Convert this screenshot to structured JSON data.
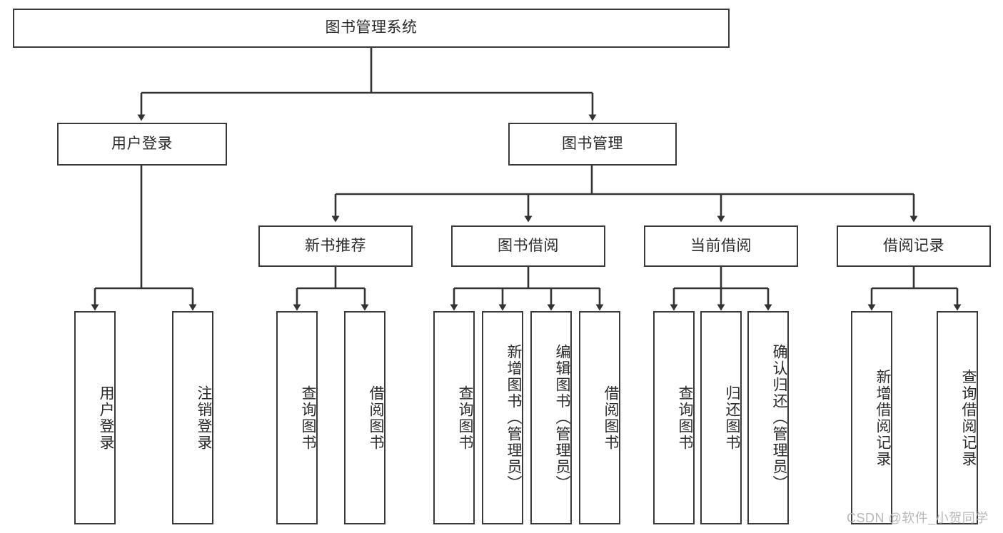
{
  "diagram": {
    "type": "tree-hierarchy",
    "title": "图书管理系统",
    "orientation": "top-down",
    "colors": {
      "box_border": "#3a3a3a",
      "box_fill": "#ffffff",
      "edge": "#333333",
      "text": "#2b2b2b",
      "watermark": "#b9b9b9"
    },
    "root": {
      "label": "图书管理系统"
    },
    "level2": [
      {
        "id": "user-login",
        "label": "用户登录"
      },
      {
        "id": "book-management",
        "label": "图书管理"
      }
    ],
    "level3": [
      {
        "id": "new-book-recommend",
        "label": "新书推荐",
        "parent": "book-management"
      },
      {
        "id": "book-borrow",
        "label": "图书借阅",
        "parent": "book-management"
      },
      {
        "id": "current-borrow",
        "label": "当前借阅",
        "parent": "book-management"
      },
      {
        "id": "borrow-record",
        "label": "借阅记录",
        "parent": "book-management"
      }
    ],
    "leaves": {
      "user_login": [
        {
          "id": "leaf-user-login",
          "label": "用户登录"
        },
        {
          "id": "leaf-user-logout",
          "label": "注销登录"
        }
      ],
      "new_book_recommend": [
        {
          "id": "leaf-query-book-1",
          "label": "查询图书"
        },
        {
          "id": "leaf-borrow-book-1",
          "label": "借阅图书"
        }
      ],
      "book_borrow": [
        {
          "id": "leaf-query-book-2",
          "label": "查询图书"
        },
        {
          "id": "leaf-add-book",
          "label": "新增图书（管理员）"
        },
        {
          "id": "leaf-edit-book",
          "label": "编辑图书（管理员）"
        },
        {
          "id": "leaf-borrow-book-2",
          "label": "借阅图书"
        }
      ],
      "current_borrow": [
        {
          "id": "leaf-query-book-3",
          "label": "查询图书"
        },
        {
          "id": "leaf-return-book",
          "label": "归还图书"
        },
        {
          "id": "leaf-confirm-return",
          "label": "确认归还（管理员）"
        }
      ],
      "borrow_record": [
        {
          "id": "leaf-add-record",
          "label": "新增借阅记录"
        },
        {
          "id": "leaf-query-record",
          "label": "查询借阅记录"
        }
      ]
    }
  },
  "watermark": {
    "text": "CSDN @软件_小贺同学"
  }
}
